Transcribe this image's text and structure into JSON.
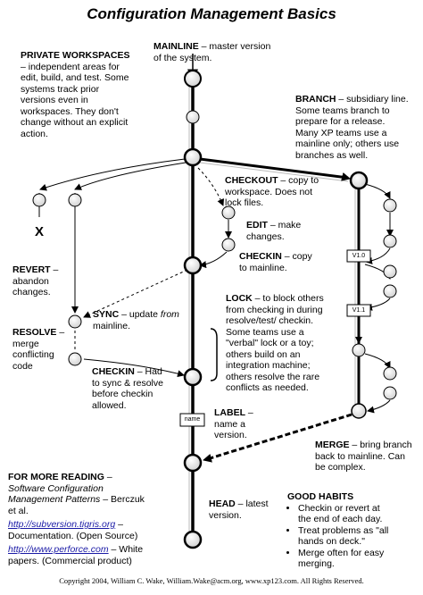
{
  "title": "Configuration Management Basics",
  "mainline": {
    "term": "MAINLINE",
    "desc": " – master version of the system."
  },
  "private": {
    "term": "PRIVATE WORKSPACES",
    "desc": " – independent areas for edit, build, and test. Some systems track prior versions even in workspaces. They don't change without an explicit action."
  },
  "branch": {
    "term": "BRANCH",
    "desc": " – subsidiary line. Some teams branch to prepare for a release. Many XP teams use a mainline only; others use branches as well."
  },
  "checkout": {
    "term": "CHECKOUT",
    "desc": " – copy to workspace. Does not lock files."
  },
  "edit": {
    "term": "EDIT",
    "desc": " – make changes."
  },
  "checkin_top": {
    "term": "CHECKIN",
    "desc": " – copy to mainline."
  },
  "x_mark": "X",
  "revert": {
    "term": "REVERT",
    "desc": " – abandon changes."
  },
  "sync": {
    "term": "SYNC",
    "desc_prefix": " – update ",
    "desc_italic": "from",
    "desc_suffix": " mainline."
  },
  "resolve": {
    "term": "RESOLVE",
    "desc": " – merge conflicting code"
  },
  "lock": {
    "term": "LOCK",
    "desc": " – to block others from checking in during resolve/test/ checkin. Some teams use a \"verbal\" lock or a toy; others build on an integration machine; others resolve the rare conflicts as needed."
  },
  "checkin_bottom": {
    "term": "CHECKIN",
    "desc": " – Had to sync & resolve before checkin allowed."
  },
  "label": {
    "term": "LABEL",
    "desc": " – name a version.",
    "box_text": "name"
  },
  "version_tags": [
    "V1.0",
    "V1.1"
  ],
  "merge": {
    "term": "MERGE",
    "desc": " – bring branch back to mainline. Can be complex."
  },
  "head": {
    "term": "HEAD",
    "desc": " – latest version."
  },
  "reading": {
    "term": "FOR MORE READING",
    "dash": " –",
    "book": "Software Configuration Management Patterns",
    "book_author": " – Berczuk et al.",
    "link1": "http://subversion.tigris.org",
    "link1_desc": " – Documentation. (Open Source)",
    "link2": "http://www.perforce.com",
    "link2_desc": " – White papers. (Commercial product)"
  },
  "habits": {
    "term": "GOOD HABITS",
    "items": [
      "Checkin or revert at the end of each day.",
      "Treat problems as \"all hands on deck.\"",
      "Merge often for easy merging."
    ]
  },
  "copyright": "Copyright 2004, William C. Wake, William.Wake@acm.org, www.xp123.com. All Rights Reserved."
}
